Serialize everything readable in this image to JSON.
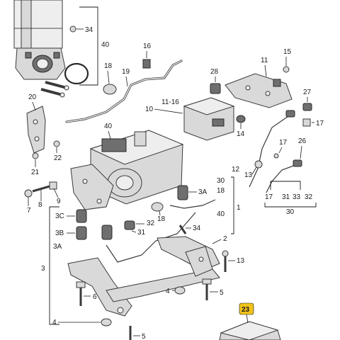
{
  "callouts": {
    "c34a": "34",
    "c40a": "40",
    "c16": "16",
    "c18a": "18",
    "c19": "19",
    "c11": "11",
    "c15": "15",
    "c28": "28",
    "c20": "20",
    "c10": "10",
    "c11_16": "11-16",
    "c27": "27",
    "c17a": "17",
    "c40b": "40",
    "c14": "14",
    "c22": "22",
    "c21": "21",
    "c17b": "17",
    "c26": "26",
    "c12": "12",
    "c13a": "13",
    "c30a": "30",
    "c18b": "18",
    "c3a_r": "3A",
    "c7": "7",
    "c8": "8",
    "c9": "9",
    "c17c": "17",
    "c31a": "31",
    "c33": "33",
    "c32a": "32",
    "c30b": "30",
    "c40c": "40",
    "c1": "1",
    "c3c": "3C",
    "c18c": "18",
    "c32b": "32",
    "c31b": "31",
    "c34b": "34",
    "c3b": "3B",
    "c2": "2",
    "c3a_l": "3A",
    "c13b": "13",
    "c3": "3",
    "c6": "6",
    "c4a": "4",
    "c5a": "5",
    "c4b": "4",
    "c23": "23",
    "c5b": "5"
  },
  "colors": {
    "label_badge": "#f2c21b",
    "ink": "#1a1a1a",
    "part_fill": "#d9d9d9",
    "part_dark": "#6f6f6f"
  }
}
